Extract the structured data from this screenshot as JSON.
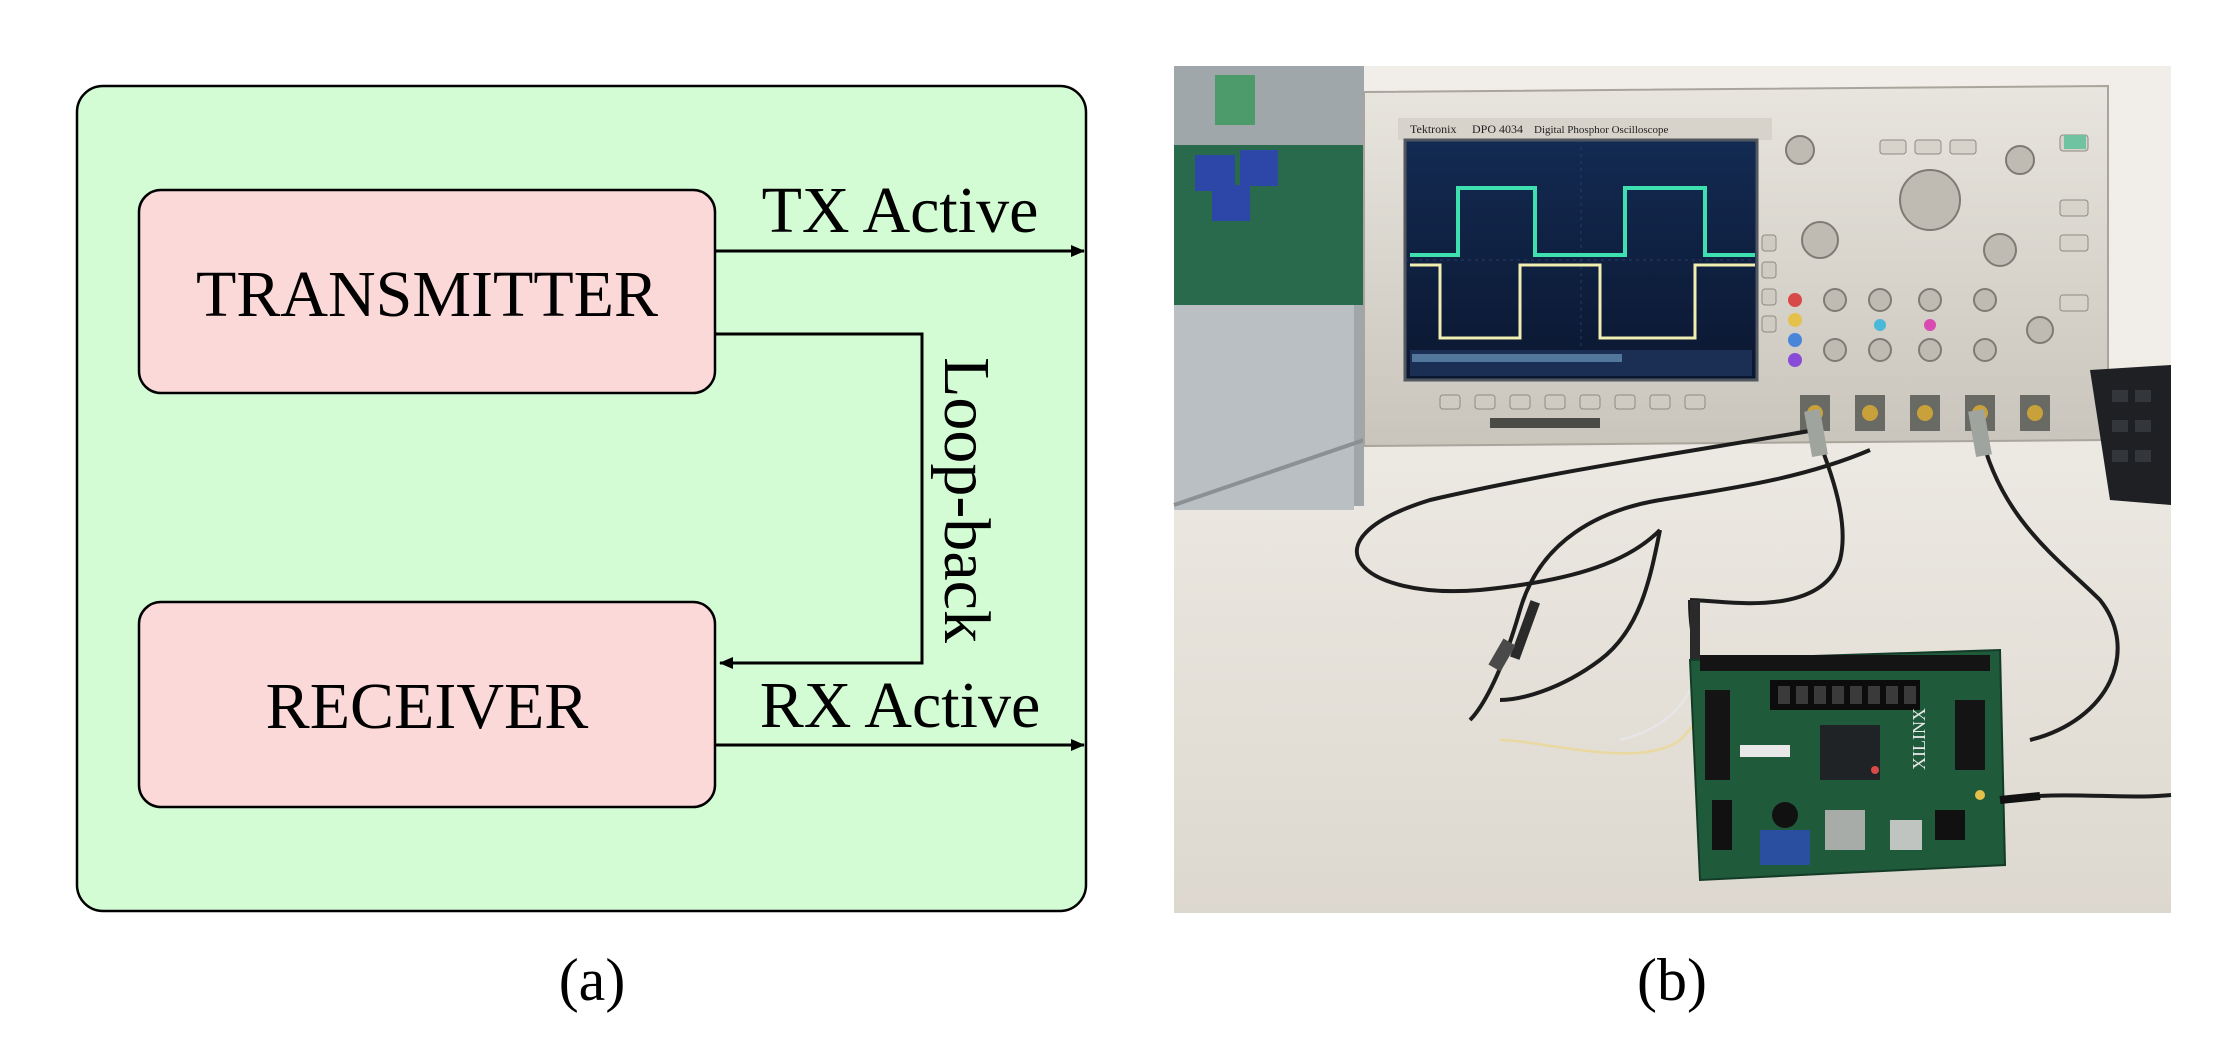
{
  "panel_a": {
    "caption": "(a)",
    "transmitter_label": "TRANSMITTER",
    "receiver_label": "RECEIVER",
    "tx_output_label": "TX Active",
    "rx_output_label": "RX Active",
    "loopback_label": "Loop-back",
    "colors": {
      "container_fill": "#d3fcd5",
      "block_fill": "#fcd9d9",
      "stroke": "#000000"
    }
  },
  "panel_b": {
    "caption": "(b)",
    "oscilloscope": {
      "brand_text": "Tektronix",
      "model_text": "DPO 4034",
      "description_text": "Digital Phosphor Oscilloscope"
    },
    "board": {
      "vendor_text": "XILINX"
    },
    "colors": {
      "desk": "#e9e5de",
      "wall": "#f3f0eb",
      "scope_body": "#dcd8cf",
      "screen_bg": "#10203e",
      "trace_1": "#3fe0b0",
      "trace_2": "#f0eeb0",
      "board": "#1f5a3b"
    }
  }
}
